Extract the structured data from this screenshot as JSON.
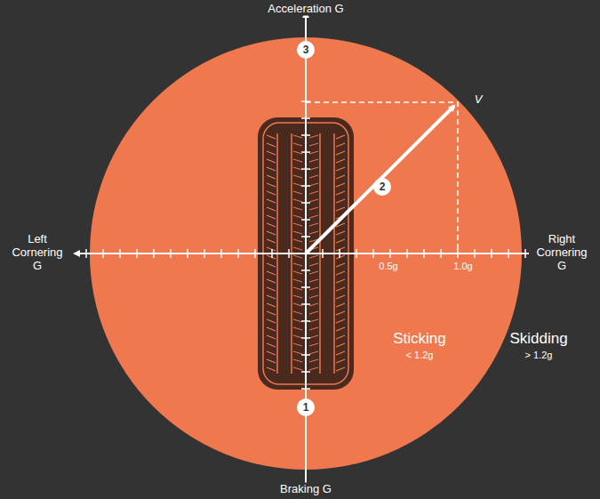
{
  "diagram": {
    "nodes": [
      {
        "text": [
          "1"
        ]
      },
      {
        "text": [
          "2"
        ]
      },
      {
        "text": [
          "3"
        ]
      }
    ],
    "labels": [
      "Acceleration G",
      "Braking G",
      "Left Cornering G",
      "Right Cornering G",
      "0.5g",
      "1.0g",
      "V",
      "Sticking",
      "< 1.2g",
      "Skidding",
      "> 1.2g"
    ]
  }
}
